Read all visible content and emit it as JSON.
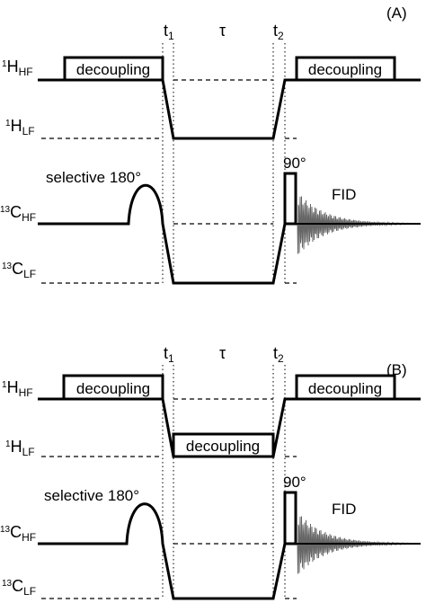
{
  "panels": [
    {
      "id": "A",
      "panel_label": "(A)",
      "time_labels": {
        "t1": "t",
        "t1_sub": "1",
        "tau": "τ",
        "t2": "t",
        "t2_sub": "2"
      },
      "channels": {
        "h_hf": {
          "sup": "1",
          "base": "H",
          "sub": "HF"
        },
        "h_lf": {
          "sup": "1",
          "base": "H",
          "sub": "LF"
        },
        "c_hf": {
          "sup": "13",
          "base": "C",
          "sub": "HF"
        },
        "c_lf": {
          "sup": "13",
          "base": "C",
          "sub": "LF"
        }
      },
      "boxes": [
        "decoupling",
        "decoupling"
      ],
      "selective_label": "selective 180°",
      "pulse_label": "90°",
      "fid_label": "FID"
    },
    {
      "id": "B",
      "panel_label": "(B)",
      "time_labels": {
        "t1": "t",
        "t1_sub": "1",
        "tau": "τ",
        "t2": "t",
        "t2_sub": "2"
      },
      "channels": {
        "h_hf": {
          "sup": "1",
          "base": "H",
          "sub": "HF"
        },
        "h_lf": {
          "sup": "1",
          "base": "H",
          "sub": "LF"
        },
        "c_hf": {
          "sup": "13",
          "base": "C",
          "sub": "HF"
        },
        "c_lf": {
          "sup": "13",
          "base": "C",
          "sub": "LF"
        }
      },
      "boxes": [
        "decoupling",
        "decoupling",
        "decoupling"
      ],
      "selective_label": "selective 180°",
      "pulse_label": "90°",
      "fid_label": "FID"
    }
  ]
}
